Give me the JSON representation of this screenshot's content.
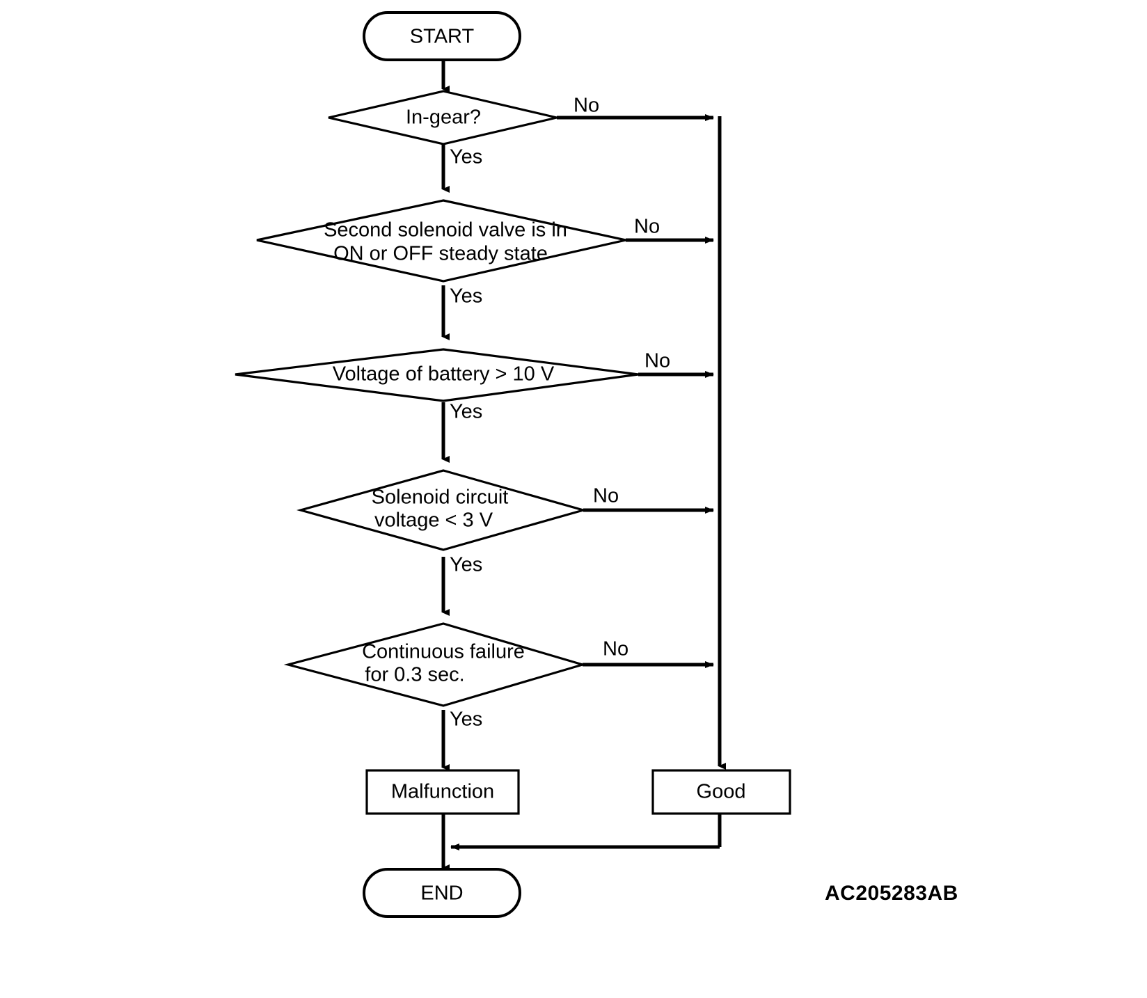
{
  "diagram": {
    "type": "flowchart",
    "title": "Second solenoid valve system check flowchart",
    "figure_code": "AC205283AB",
    "nodes": {
      "start": {
        "label": "START",
        "shape": "terminator"
      },
      "d1": {
        "label": "In-gear?",
        "shape": "decision"
      },
      "d2_line1": "Second solenoid valve is in",
      "d2_line2": "ON or OFF steady state",
      "d3": {
        "label": "Voltage of battery > 10 V",
        "shape": "decision"
      },
      "d4_line1": "Solenoid circuit",
      "d4_line2": "voltage < 3 V",
      "d5_line1": "Continuous failure",
      "d5_line2": "for 0.3 sec.",
      "malfunction": {
        "label": "Malfunction",
        "shape": "process"
      },
      "good": {
        "label": "Good",
        "shape": "process"
      },
      "end": {
        "label": "END",
        "shape": "terminator"
      }
    },
    "edge_labels": {
      "yes_1": "Yes",
      "no_1": "No",
      "yes_2": "Yes",
      "no_2": "No",
      "yes_3": "Yes",
      "no_3": "No",
      "yes_4": "Yes",
      "no_4": "No",
      "yes_5": "Yes",
      "no_5": "No"
    },
    "colors": {
      "stroke": "#000000",
      "fill": "#ffffff",
      "background": "#ffffff"
    }
  }
}
